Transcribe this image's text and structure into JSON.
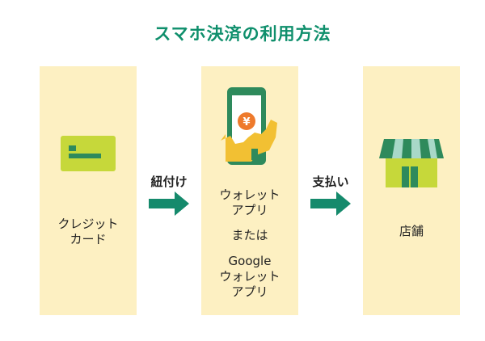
{
  "title": "スマホ決済の利用方法",
  "steps": [
    {
      "lines": [
        "クレジット",
        "カード"
      ]
    },
    {
      "lines": [
        "ウォレット",
        "アプリ",
        "または",
        "Google",
        "ウォレット",
        "アプリ"
      ]
    },
    {
      "lines": [
        "店舗"
      ]
    }
  ],
  "arrows": [
    {
      "label": "紐付け"
    },
    {
      "label": "支払い"
    }
  ],
  "icons": {
    "card": "credit-card-icon",
    "phone": "smartphone-yen-icon",
    "yen_symbol": "¥",
    "store": "store-icon"
  },
  "colors": {
    "title": "#0f8f6c",
    "panel": "#fdf0c2",
    "arrow": "#158a6c",
    "lime": "#c6d83a",
    "green_dark": "#2e8a5c",
    "orange": "#ee7a2c"
  }
}
